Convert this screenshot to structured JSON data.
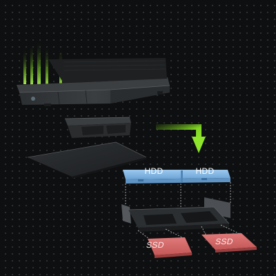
{
  "scene": {
    "accent_color": "#7ed321",
    "hdd_color": "#7fb3df",
    "ssd_color": "#d46565",
    "background_color": "#0e0f10"
  },
  "drives": {
    "hdd": [
      {
        "label": "HDD"
      },
      {
        "label": "HDD"
      }
    ],
    "ssd": [
      {
        "label": "SSD"
      },
      {
        "label": "SSD"
      }
    ]
  },
  "chassis": {
    "brand_text": "",
    "logo_icon": "circle-logo-icon"
  },
  "arrow": {
    "icon": "arrow-down-right-icon"
  }
}
